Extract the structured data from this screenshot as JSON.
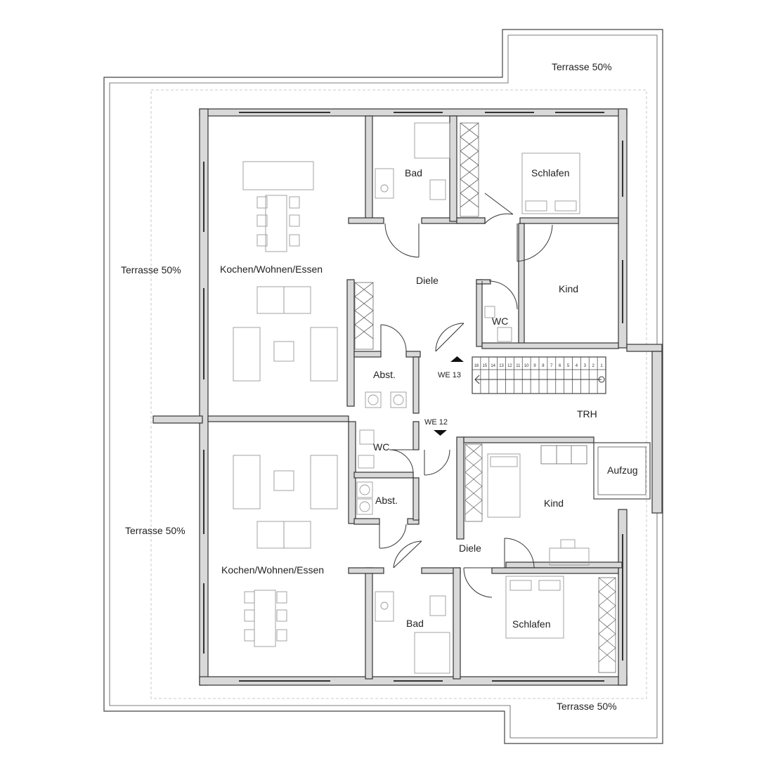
{
  "rooms": {
    "terrace_top_right": "Terrasse 50%",
    "terrace_left_upper": "Terrasse 50%",
    "terrace_left_lower": "Terrasse 50%",
    "terrace_bottom_right": "Terrasse 50%",
    "living_upper": "Kochen/Wohnen/Essen",
    "living_lower": "Kochen/Wohnen/Essen",
    "bath_upper": "Bad",
    "bath_lower": "Bad",
    "bedroom_upper": "Schlafen",
    "bedroom_lower": "Schlafen",
    "hall_upper": "Diele",
    "hall_lower": "Diele",
    "child_upper": "Kind",
    "child_lower": "Kind",
    "wc_upper": "WC",
    "wc_lower": "WC",
    "storage_upper": "Abst.",
    "storage_lower": "Abst.",
    "stairwell": "TRH",
    "elevator": "Aufzug"
  },
  "units": {
    "upper": "WE 13",
    "lower": "WE 12"
  },
  "stair_steps": [
    "16",
    "15",
    "14",
    "13",
    "12",
    "11",
    "10",
    "9",
    "8",
    "7",
    "6",
    "5",
    "4",
    "3",
    "2",
    "1"
  ]
}
